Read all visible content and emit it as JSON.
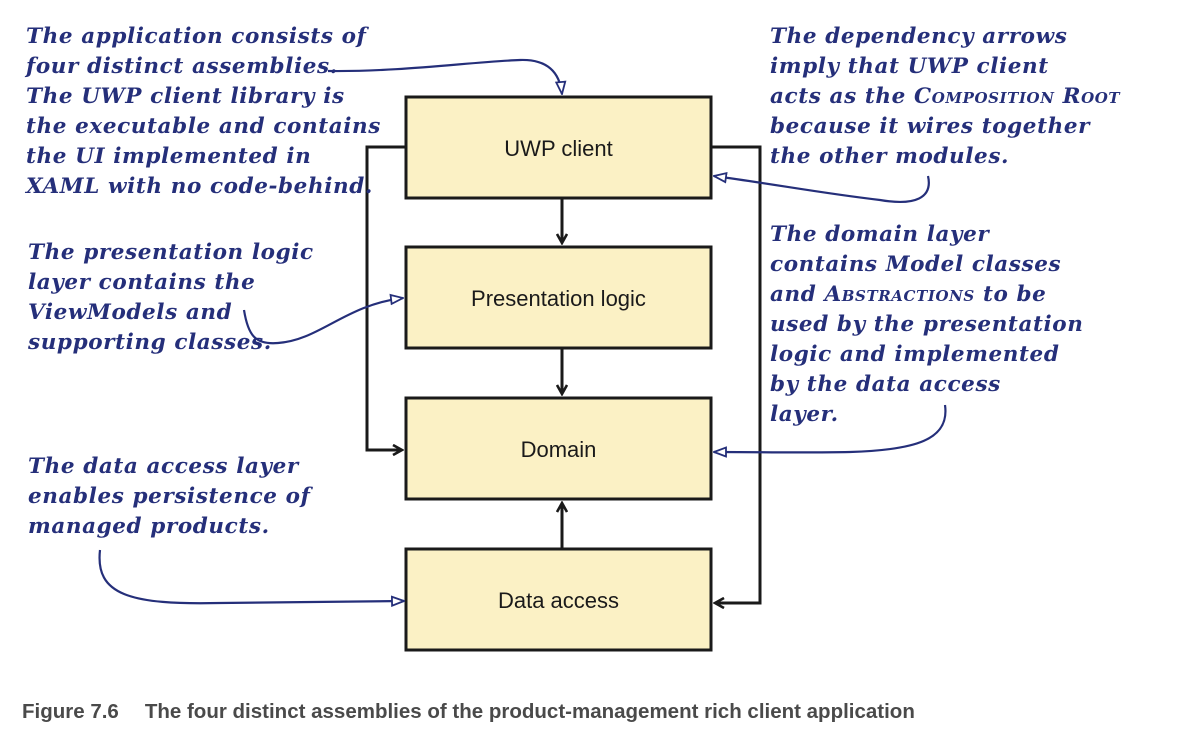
{
  "boxes": {
    "uwp_client": "UWP client",
    "presentation_logic": "Presentation logic",
    "domain": "Domain",
    "data_access": "Data access"
  },
  "notes": {
    "assemblies": [
      "The application consists of",
      "four distinct assemblies.",
      "The UWP client library is",
      "the executable and contains",
      "the UI implemented in",
      "XAML with no code-behind."
    ],
    "presentation": [
      "The presentation logic",
      "layer contains the",
      "ViewModels and",
      "supporting classes."
    ],
    "data_access": [
      "The data access layer",
      "enables persistence of",
      "managed products."
    ],
    "dependency": {
      "l1": "The dependency arrows",
      "l2": "imply that UWP client",
      "l3_pre": "acts as the ",
      "l3_term": "Composition Root",
      "l4": "because it wires together",
      "l5": "the other modules."
    },
    "domain": {
      "l1": "The domain layer",
      "l2": "contains Model classes",
      "l3_pre": "and ",
      "l3_term": "Abstractions",
      "l3_post": " to be",
      "l4": "used by the presentation",
      "l5": "logic and implemented",
      "l6": "by the data access",
      "l7": "layer."
    }
  },
  "caption": {
    "figure": "Figure 7.6",
    "text": "The four distinct assemblies of the product-management rich client application"
  },
  "colors": {
    "box_fill": "#fbf1c5",
    "box_stroke": "#1a1a1a",
    "annotation": "#252f7a",
    "caption": "#4a4a4a"
  }
}
